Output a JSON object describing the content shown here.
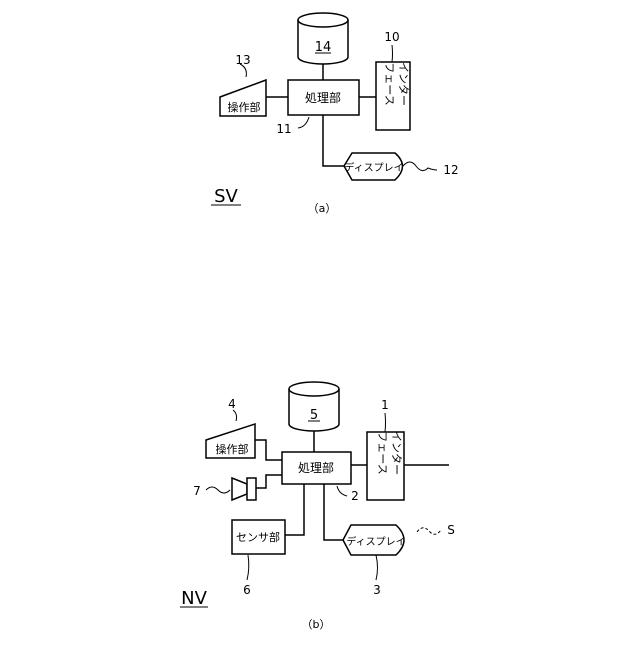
{
  "figure_a": {
    "title": "SV",
    "caption": "（a）",
    "storage": {
      "label": "14"
    },
    "processor": {
      "label": "処理部",
      "ref": "11"
    },
    "operation": {
      "label": "操作部",
      "ref": "13"
    },
    "interface": {
      "label_line1": "インター",
      "label_line2": "フェース",
      "ref": "10"
    },
    "display": {
      "label": "ディスプレイ",
      "ref": "12"
    }
  },
  "figure_b": {
    "title": "NV",
    "caption": "（b）",
    "storage": {
      "label": "5"
    },
    "processor": {
      "label": "処理部",
      "ref": "2"
    },
    "operation": {
      "label": "操作部",
      "ref": "4"
    },
    "interface": {
      "label_line1": "インター",
      "label_line2": "フェース",
      "ref": "1"
    },
    "display": {
      "label": "ディスプレイ",
      "ref": "3"
    },
    "sensor": {
      "label": "センサ部",
      "ref": "6"
    },
    "speaker": {
      "ref": "7"
    },
    "signal": {
      "ref": "S"
    }
  }
}
